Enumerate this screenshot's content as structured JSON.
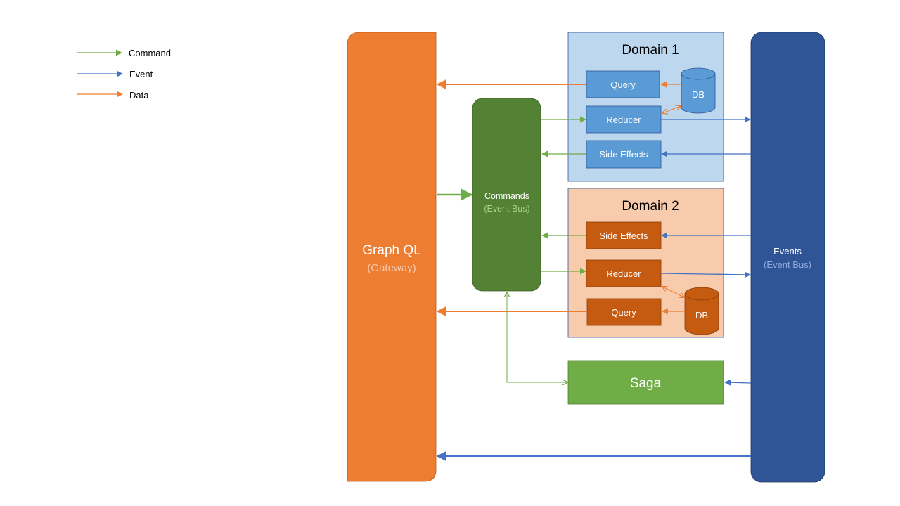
{
  "colors": {
    "command": "#70ad47",
    "event": "#4472c4",
    "data": "#ed7d31",
    "gateway": "#ed7d31",
    "commands_bus": "#548235",
    "events_bus": "#2f5597",
    "domain1_bg": "#bdd7ee",
    "domain1_box": "#5b9bd5",
    "domain2_bg": "#f8cbad",
    "domain2_box": "#c55a11",
    "saga": "#70ad47"
  },
  "legend": {
    "command": "Command",
    "event": "Event",
    "data": "Data"
  },
  "gateway": {
    "title": "Graph QL",
    "subtitle": "(Gateway)"
  },
  "commands_bus": {
    "title": "Commands",
    "subtitle": "(Event Bus)"
  },
  "events_bus": {
    "title": "Events",
    "subtitle": "(Event Bus)"
  },
  "domain1": {
    "title": "Domain 1",
    "query": "Query",
    "reducer": "Reducer",
    "side_effects": "Side Effects",
    "db": "DB"
  },
  "domain2": {
    "title": "Domain 2",
    "side_effects": "Side Effects",
    "reducer": "Reducer",
    "query": "Query",
    "db": "DB"
  },
  "saga": {
    "title": "Saga"
  }
}
